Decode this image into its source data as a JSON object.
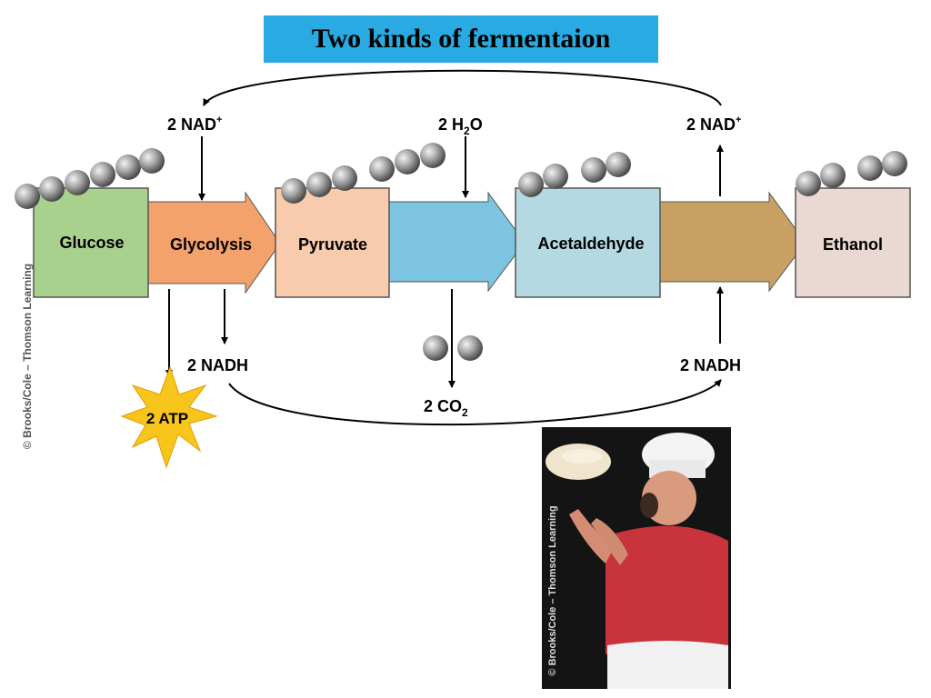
{
  "title": "Two kinds of fermentaion",
  "credit_side": "© Brooks/Cole – Thomson Learning",
  "credit_photo": "© Brooks/Cole – Thomson Learning",
  "molecules": {
    "glucose": "Glucose",
    "pyruvate": "Pyruvate",
    "acetaldehyde": "Acetaldehyde",
    "ethanol": "Ethanol"
  },
  "steps": {
    "glycolysis": "Glycolysis"
  },
  "cofactors": {
    "nad_left": "2 NAD",
    "nad_right": "2 NAD",
    "nad_superscript": "+",
    "water": "2 H",
    "water_sub": "2",
    "water_end": "O",
    "nadh_left": "2 NADH",
    "nadh_right": "2 NADH",
    "co2": "2 CO",
    "co2_sub": "2",
    "atp": "2 ATP"
  },
  "colors": {
    "title_bg": "#29aae2",
    "glucose": "#a9d18e",
    "glycolysis": "#f4a26b",
    "pyruvate": "#f9cbad",
    "step2": "#7cc4df",
    "acetaldehyde": "#b4d9e2",
    "step3": "#c9a063",
    "ethanol": "#ead8d2",
    "atp_star": "#f7c51c"
  }
}
